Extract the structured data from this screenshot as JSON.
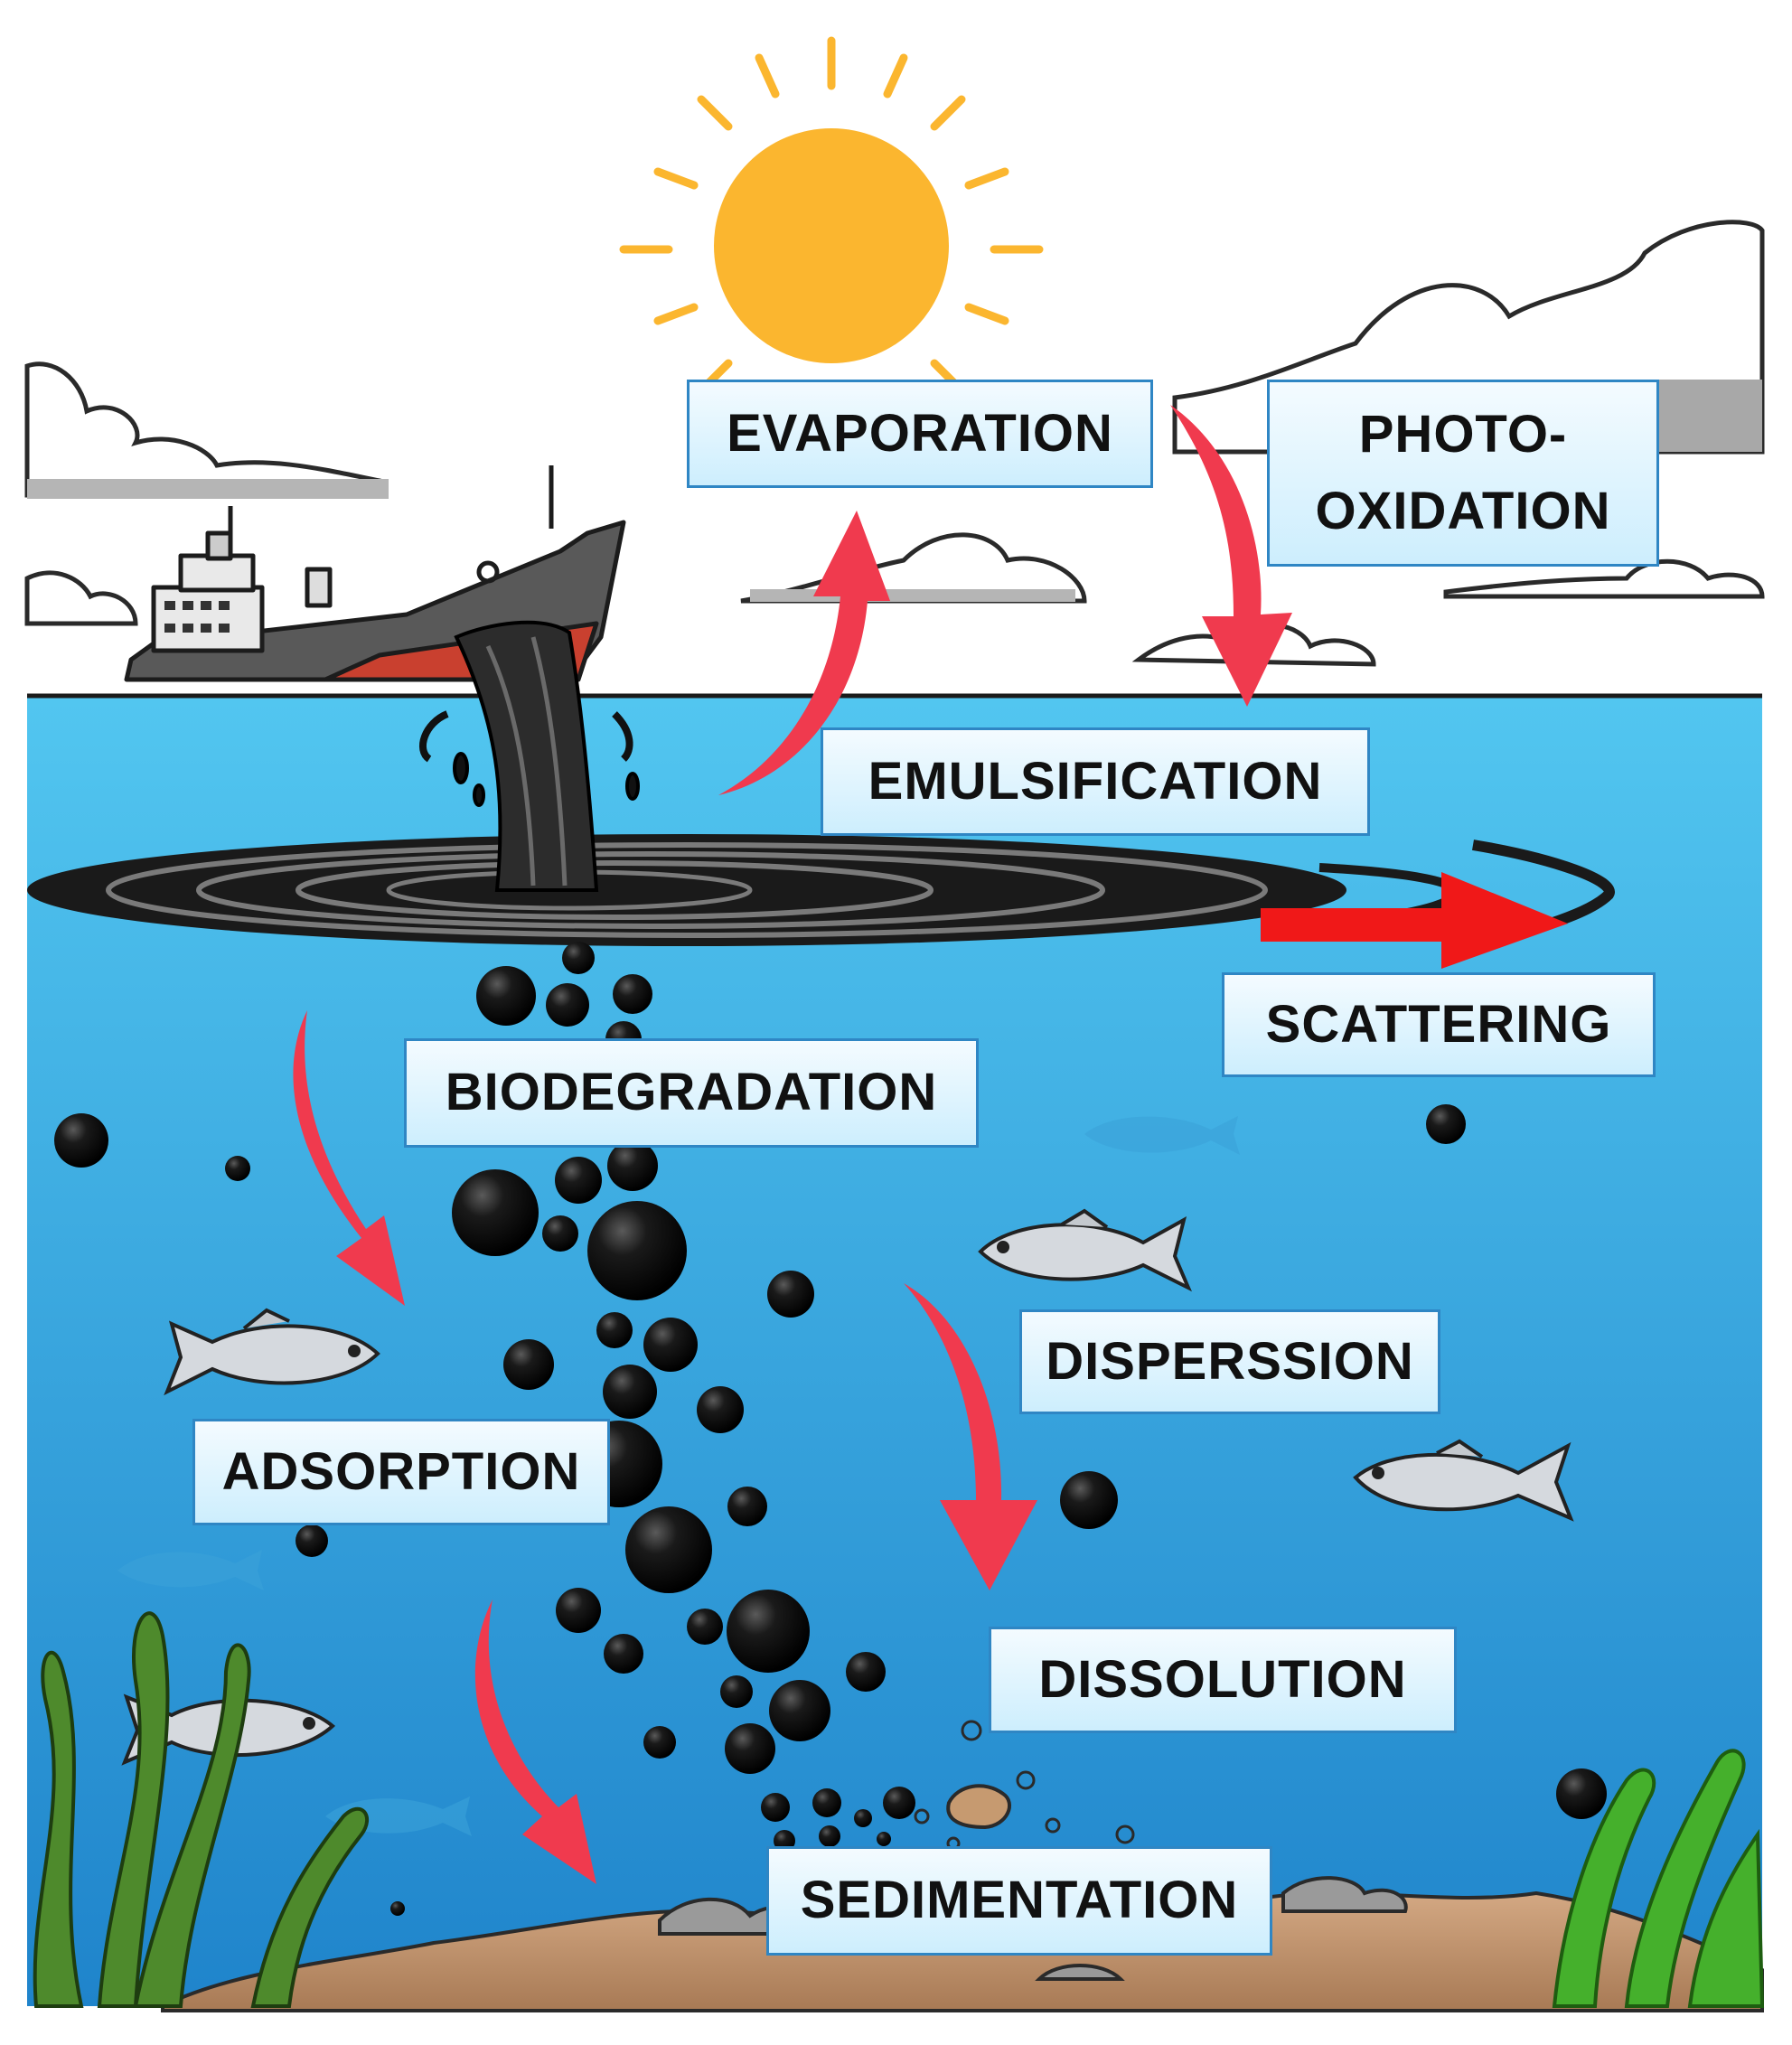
{
  "labels": {
    "evaporation": "EVAPORATION",
    "photo_oxidation": "PHOTO-\nOXIDATION",
    "emulsification": "EMULSIFICATION",
    "scattering": "SCATTERING",
    "biodegradation": "BIODEGRADATION",
    "disperssion": "DISPERSSION",
    "adsorption": "ADSORPTION",
    "dissolution": "DISSOLUTION",
    "sedimentation": "SEDIMENTATION"
  },
  "colors": {
    "sky": "#ffffff",
    "sea_top": "#4fc3ee",
    "sea_bottom": "#1f86cc",
    "sun": "#fbb62f",
    "arrow": "#f03a4e",
    "scatter_arrow": "#f01818",
    "oil": "#141414",
    "hull": "#555555",
    "hull_bottom": "#c9402f",
    "seabed": "#c79a74",
    "seaweed": "#4e8a2c",
    "label_border": "#2f86c4"
  }
}
